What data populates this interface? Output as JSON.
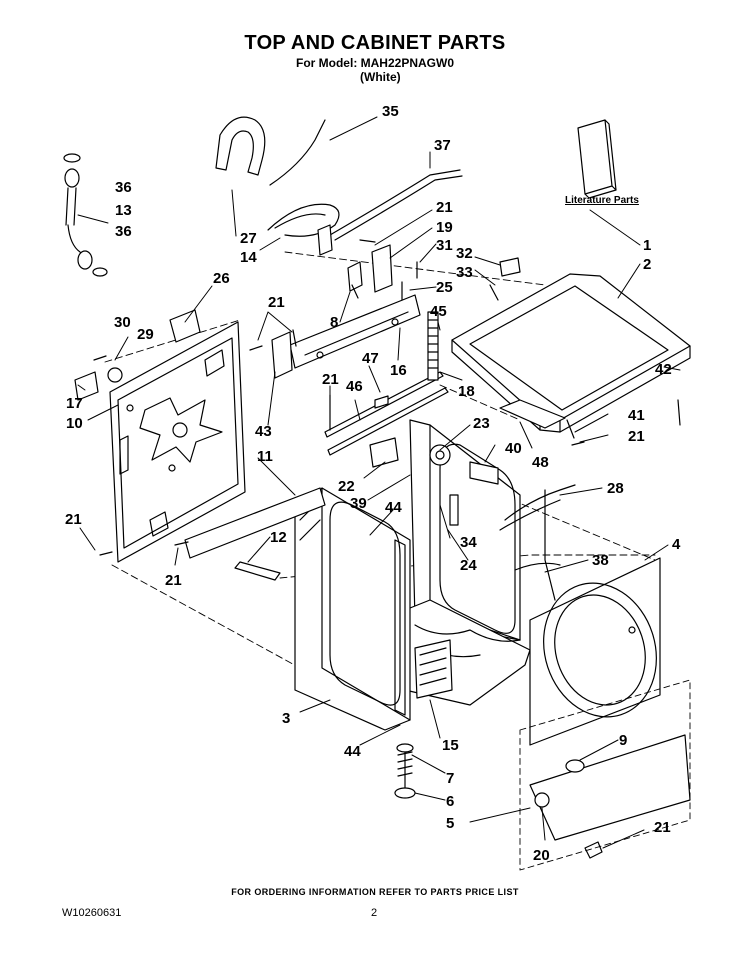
{
  "header": {
    "title": "TOP AND CABINET PARTS",
    "model_line": "For Model: MAH22PNAGW0",
    "color_line": "(White)"
  },
  "literature_label": "Literature Parts",
  "callouts": {
    "c35": "35",
    "c37": "37",
    "c36a": "36",
    "c13": "13",
    "c36b": "36",
    "c27": "27",
    "c14": "14",
    "c26": "26",
    "c21a": "21",
    "c19": "19",
    "c31": "31",
    "c32": "32",
    "c33": "33",
    "c25": "25",
    "c1": "1",
    "c2": "2",
    "c30": "30",
    "c29": "29",
    "c21b": "21",
    "c8": "8",
    "c45": "45",
    "c47": "47",
    "c16": "16",
    "c21c": "21",
    "c46": "46",
    "c18": "18",
    "c42": "42",
    "c41": "41",
    "c21d": "21",
    "c17": "17",
    "c10": "10",
    "c43": "43",
    "c23": "23",
    "c40": "40",
    "c48": "48",
    "c11": "11",
    "c22": "22",
    "c39": "39",
    "c28": "28",
    "c44a": "44",
    "c21e": "21",
    "c12": "12",
    "c34": "34",
    "c4": "4",
    "c21f": "21",
    "c24": "24",
    "c38": "38",
    "c3": "3",
    "c44b": "44",
    "c15": "15",
    "c9": "9",
    "c7": "7",
    "c6": "6",
    "c5": "5",
    "c21g": "21",
    "c20": "20"
  },
  "footer": {
    "ordering_note": "FOR ORDERING INFORMATION REFER TO PARTS PRICE LIST",
    "doc_number": "W10260631",
    "page_number": "2"
  }
}
